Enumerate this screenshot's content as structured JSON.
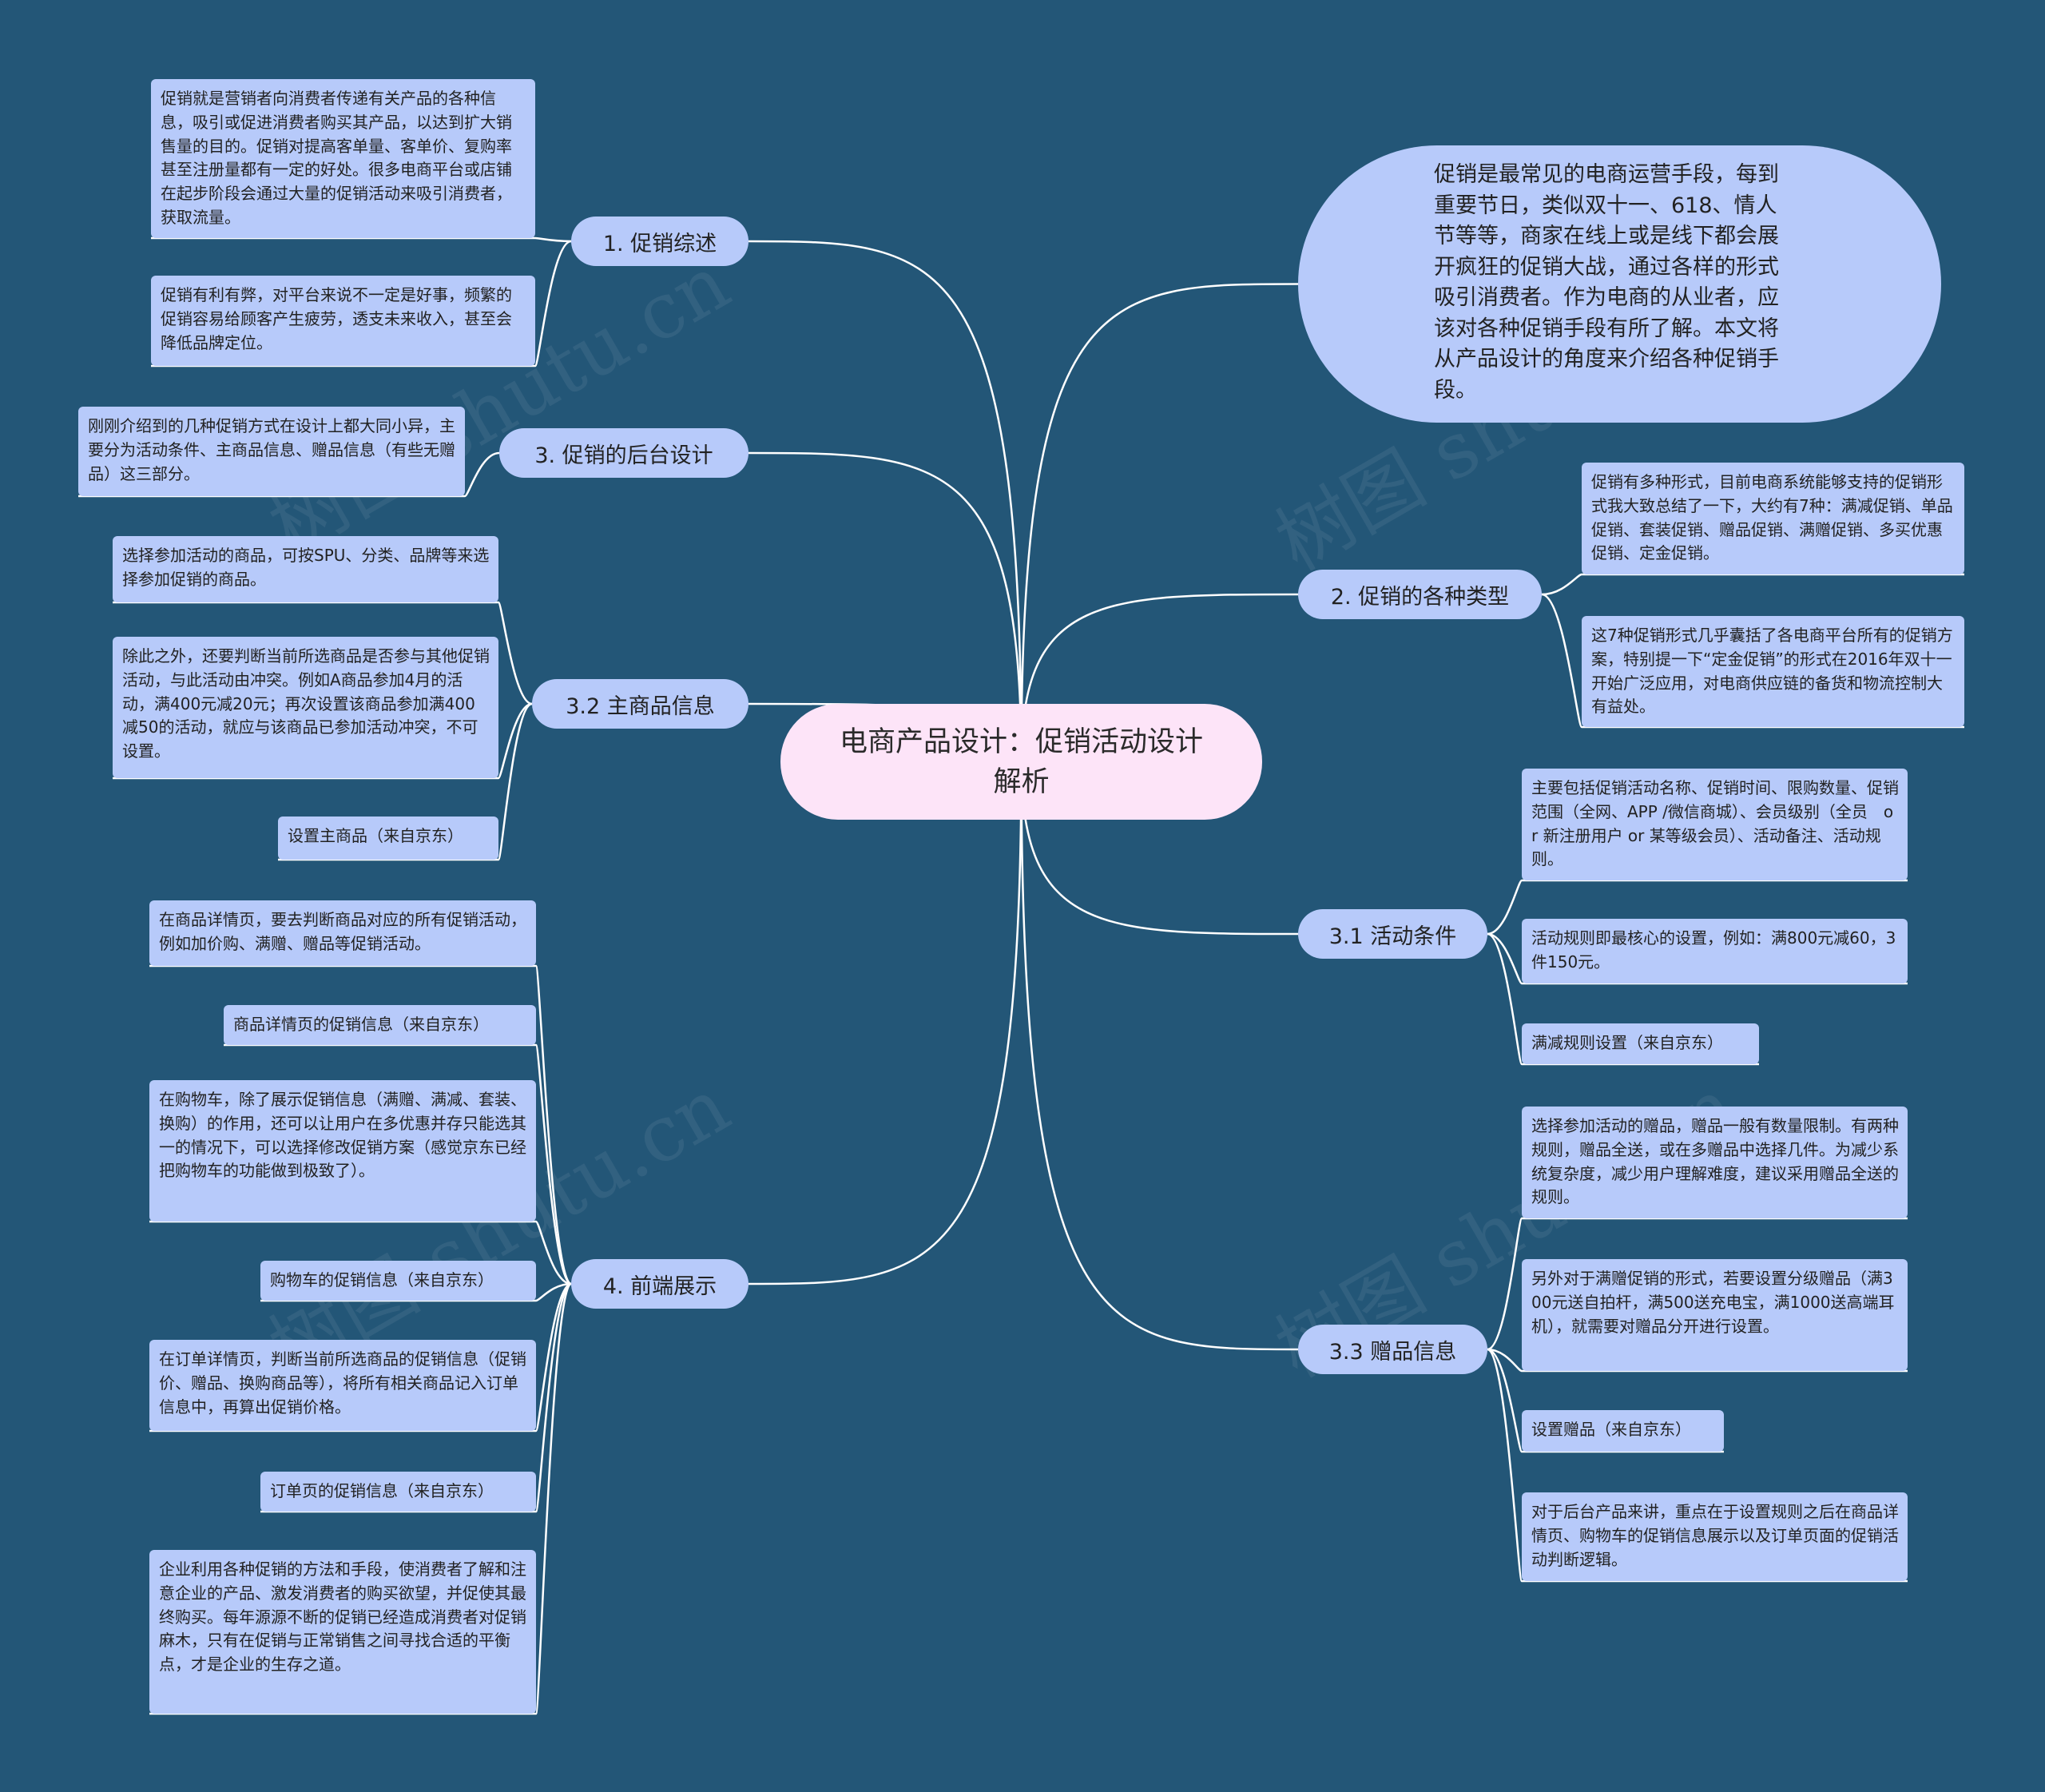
{
  "root": {
    "title": "电商产品设计：促销活动设计解析"
  },
  "intro": "促销是最常见的电商运营手段，每到重要节日，类似双十一、618、情人节等等，商家在线上或是线下都会展开疯狂的促销大战，通过各样的形式吸引消费者。作为电商的从业者，应该对各种促销手段有所了解。本文将从产品设计的角度来介绍各种促销手段。",
  "branches": {
    "b1": {
      "label": "1. 促销综述",
      "leaves": [
        "促销就是营销者向消费者传递有关产品的各种信息，吸引或促进消费者购买其产品，以达到扩大销售量的目的。促销对提高客单量、客单价、复购率甚至注册量都有一定的好处。很多电商平台或店铺在起步阶段会通过大量的促销活动来吸引消费者，获取流量。",
        "促销有利有弊，对平台来说不一定是好事，频繁的促销容易给顾客产生疲劳，透支未来收入，甚至会降低品牌定位。"
      ]
    },
    "b3": {
      "label": "3. 促销的后台设计",
      "leaves": [
        "刚刚介绍到的几种促销方式在设计上都大同小异，主要分为活动条件、主商品信息、赠品信息（有些无赠品）这三部分。"
      ]
    },
    "b32": {
      "label": "3.2 主商品信息",
      "leaves": [
        "选择参加活动的商品，可按SPU、分类、品牌等来选择参加促销的商品。",
        "除此之外，还要判断当前所选商品是否参与其他促销活动，与此活动由冲突。例如A商品参加4月的活动，满400元减20元；再次设置该商品参加满400减50的活动，就应与该商品已参加活动冲突，不可设置。",
        "设置主商品（来自京东）"
      ]
    },
    "b4": {
      "label": "4. 前端展示",
      "leaves": [
        "在商品详情页，要去判断商品对应的所有促销活动，例如加价购、满赠、赠品等促销活动。",
        "商品详情页的促销信息（来自京东）",
        "在购物车，除了展示促销信息（满赠、满减、套装、换购）的作用，还可以让用户在多优惠并存只能选其一的情况下，可以选择修改促销方案（感觉京东已经把购物车的功能做到极致了）。",
        "购物车的促销信息（来自京东）",
        "在订单详情页，判断当前所选商品的促销信息（促销价、赠品、换购商品等），将所有相关商品记入订单信息中，再算出促销价格。",
        "订单页的促销信息（来自京东）",
        "企业利用各种促销的方法和手段，使消费者了解和注意企业的产品、激发消费者的购买欲望，并促使其最终购买。每年源源不断的促销已经造成消费者对促销麻木，只有在促销与正常销售之间寻找合适的平衡点，才是企业的生存之道。"
      ]
    },
    "b2": {
      "label": "2. 促销的各种类型",
      "leaves": [
        "促销有多种形式，目前电商系统能够支持的促销形式我大致总结了一下，大约有7种：满减促销、单品促销、套装促销、赠品促销、满赠促销、多买优惠促销、定金促销。",
        "这7种促销形式几乎囊括了各电商平台所有的促销方案，特别提一下“定金促销”的形式在2016年双十一开始广泛应用，对电商供应链的备货和物流控制大有益处。"
      ]
    },
    "b31": {
      "label": "3.1 活动条件",
      "leaves": [
        "主要包括促销活动名称、促销时间、限购数量、促销范围（全网、APP /微信商城）、会员级别（全员　or 新注册用户 or 某等级会员）、活动备注、活动规则。",
        "活动规则即最核心的设置，例如：满800元减60，3件150元。",
        "满减规则设置（来自京东）"
      ]
    },
    "b33": {
      "label": "3.3 赠品信息",
      "leaves": [
        "选择参加活动的赠品，赠品一般有数量限制。有两种规则，赠品全送，或在多赠品中选择几件。为减少系统复杂度，减少用户理解难度，建议采用赠品全送的规则。",
        "另外对于满赠促销的形式，若要设置分级赠品（满300元送自拍杆，满500送充电宝，满1000送高端耳机），就需要对赠品分开进行设置。",
        "设置赠品（来自京东）",
        "对于后台产品来讲，重点在于设置规则之后在商品详情页、购物车的促销信息展示以及订单页面的促销活动判断逻辑。"
      ]
    }
  },
  "watermark": "树图 shutu.cn",
  "colors": {
    "background": "#235677",
    "node": "#b7cafa",
    "root": "#fde4f8",
    "line": "#ffffff"
  }
}
